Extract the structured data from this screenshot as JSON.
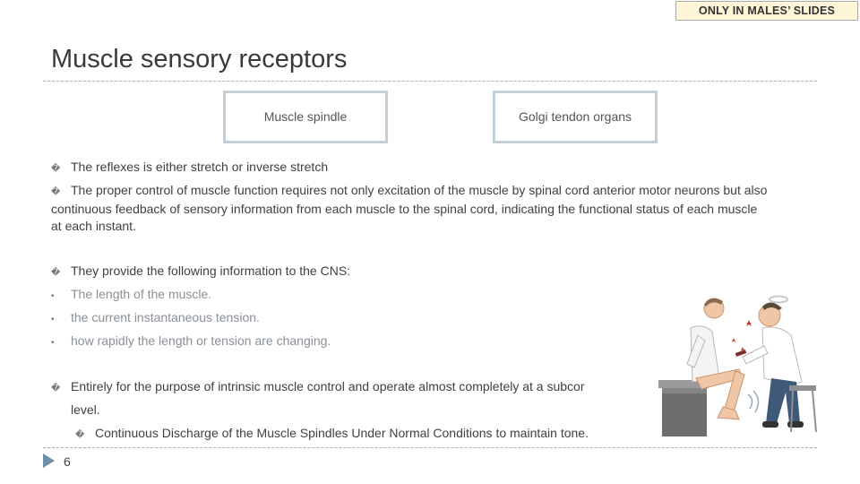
{
  "badge": "ONLY IN MALES’ SLIDES",
  "title": "Muscle sensory receptors",
  "boxes": {
    "left": "Muscle spindle",
    "right": "Golgi tendon organs"
  },
  "bullet_glyph": "�",
  "dot_glyph": "•",
  "bullets": {
    "b1": "The reflexes is either stretch or inverse stretch",
    "b2": "The proper control of muscle function requires not only excitation of the muscle by spinal cord anterior motor neurons but also continuous feedback of sensory information from each muscle to the spinal cord, indicating the functional status of each muscle at each instant.",
    "b3": "They provide the following information to the CNS:",
    "sub1": "The length of the muscle.",
    "sub2": "the current instantaneous tension.",
    "sub3": "how rapidly the length or tension are changing.",
    "b4_line1": "Entirely for the purpose of intrinsic muscle control and operate almost completely at a subcor",
    "b4_line2": "level.",
    "b5": "Continuous Discharge of the Muscle Spindles Under Normal Conditions to maintain tone."
  },
  "page_number": "6",
  "illustration": "doctor-testing-knee-reflex-cartoon"
}
